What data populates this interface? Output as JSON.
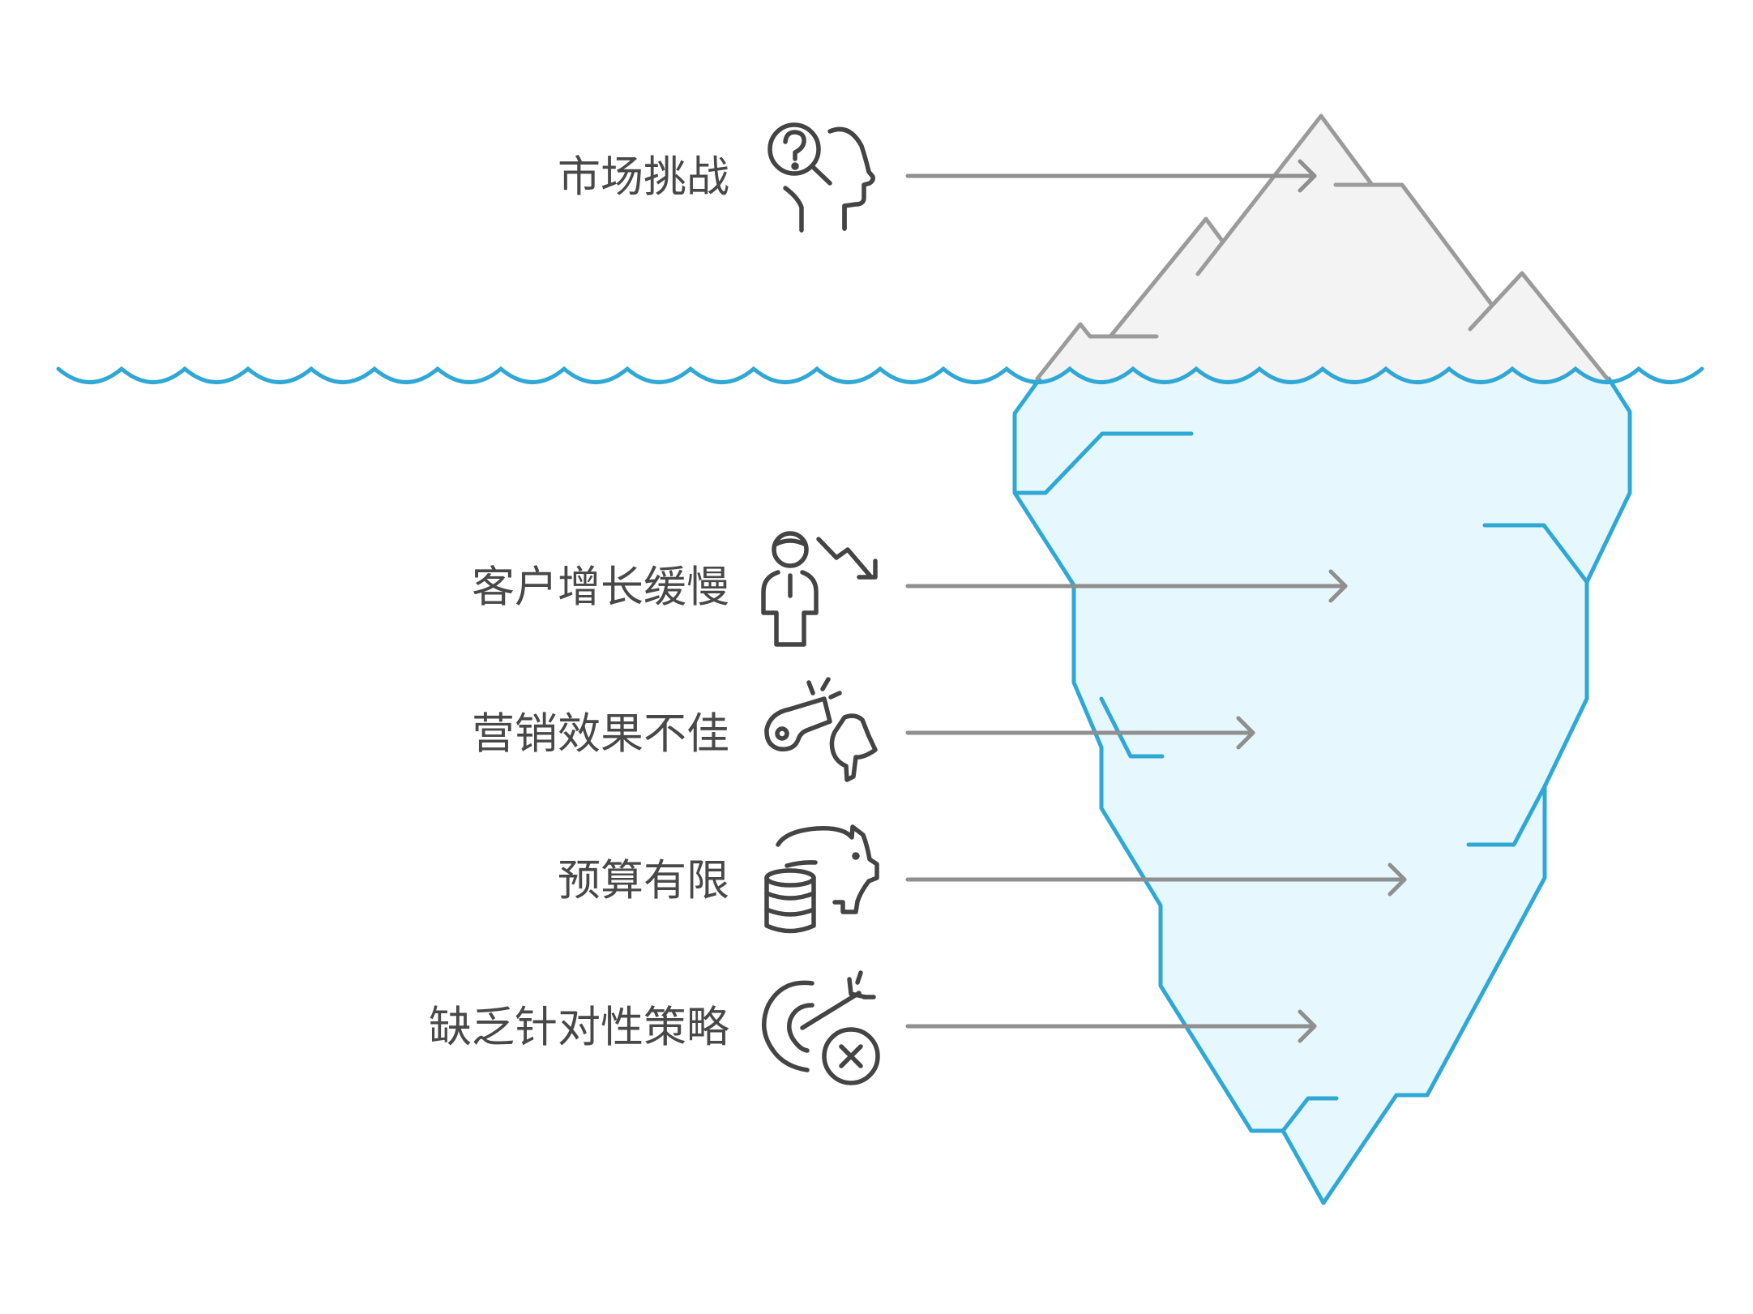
{
  "diagram": {
    "type": "iceberg",
    "top_item": {
      "label": "市场挑战",
      "icon": "question-head-icon"
    },
    "hidden_items": [
      {
        "label": "客户增长缓慢",
        "icon": "declining-person-icon"
      },
      {
        "label": "营销效果不佳",
        "icon": "whistle-icon"
      },
      {
        "label": "预算有限",
        "icon": "piggy-bank-coins-icon"
      },
      {
        "label": "缺乏针对性策略",
        "icon": "target-miss-icon"
      }
    ],
    "colors": {
      "water_line": "#2fa8d5",
      "iceberg_above_fill": "#f3f3f3",
      "iceberg_above_stroke": "#9b9b9b",
      "iceberg_below_fill": "#e6f7fd",
      "iceberg_below_stroke": "#2fa8d5",
      "arrow": "#8f8f8f",
      "text": "#484848"
    }
  }
}
